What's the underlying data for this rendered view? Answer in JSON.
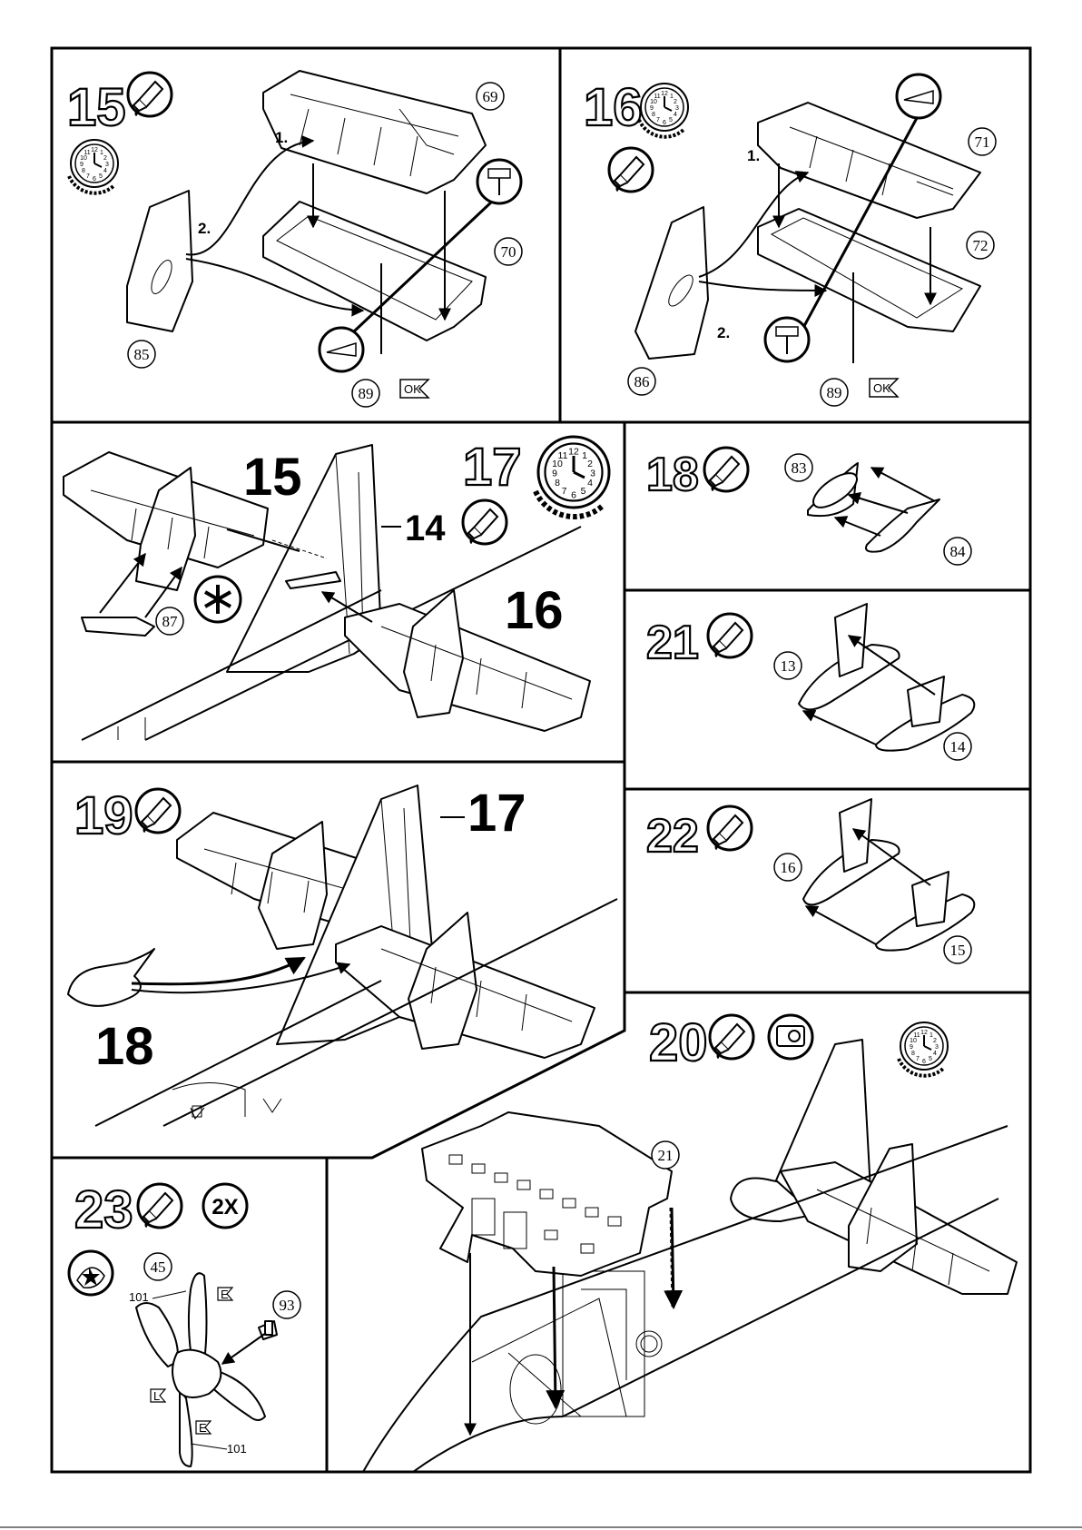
{
  "steps": [
    {
      "number": "15",
      "parts": [
        "69",
        "70",
        "85",
        "89"
      ],
      "markers": [
        "1.",
        "2."
      ]
    },
    {
      "number": "16",
      "parts": [
        "71",
        "72",
        "86",
        "89"
      ],
      "markers": [
        "1.",
        "2."
      ]
    },
    {
      "number": "17",
      "subassemblies": [
        "15",
        "14",
        "16"
      ],
      "parts": [
        "87"
      ]
    },
    {
      "number": "18",
      "parts": [
        "83",
        "84"
      ]
    },
    {
      "number": "21",
      "parts": [
        "13",
        "14"
      ]
    },
    {
      "number": "19",
      "subassemblies": [
        "17",
        "18"
      ]
    },
    {
      "number": "22",
      "parts": [
        "16",
        "15"
      ]
    },
    {
      "number": "20",
      "parts": [
        "21"
      ]
    },
    {
      "number": "23",
      "parts": [
        "45",
        "93"
      ],
      "labels": [
        "101",
        "101",
        "2X"
      ]
    }
  ],
  "icons": {
    "glue": "glue-tube-icon",
    "clock": "drying-clock-icon",
    "drill": "drill-hole-icon",
    "cut": "cut-off-icon",
    "paint": "paint-icon",
    "tape": "tape-icon",
    "decal": "decal-icon",
    "no_glue": "no-glue-icon"
  },
  "paint_codes": {
    "e": "E",
    "l": "L",
    "ok": "OK"
  }
}
